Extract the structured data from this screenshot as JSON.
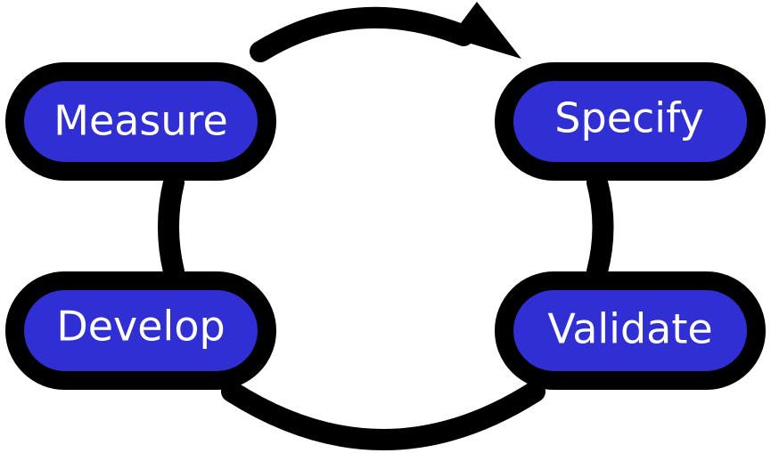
{
  "diagram": {
    "nodes": {
      "measure": "Measure",
      "specify": "Specify",
      "develop": "Develop",
      "validate": "Validate"
    },
    "colors": {
      "node_fill": "#2f2fd3",
      "node_border": "#000000",
      "arrow": "#000000",
      "label": "#ffffff",
      "background": "#ffffff"
    },
    "flow": [
      "Measure",
      "Specify",
      "Validate",
      "Develop"
    ]
  }
}
